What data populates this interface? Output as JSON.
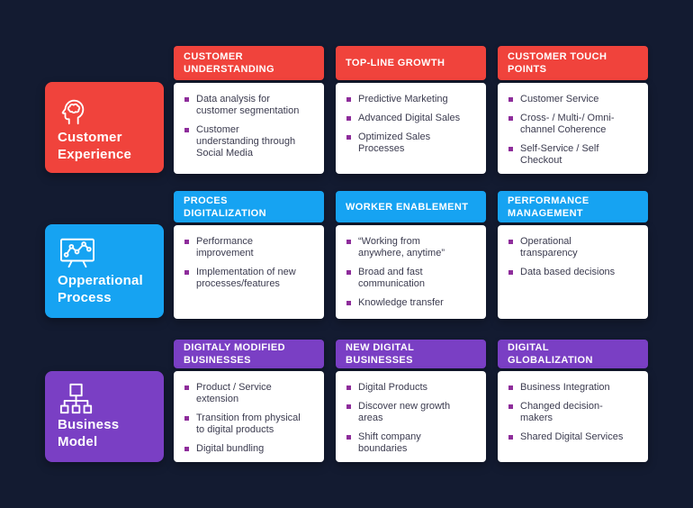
{
  "theme": {
    "background": "#131B31",
    "card_background": "#FFFFFF",
    "header_text": "#FFFFFF",
    "body_text": "#3B3B4F",
    "bullet_square": "#8E2D9B"
  },
  "rows": [
    {
      "label": "Customer\nExperience",
      "icon": "head-brain-icon",
      "accent": "#F0433C",
      "columns": [
        {
          "header": "CUSTOMER\nUNDERSTANDING",
          "bullets": [
            "Data analysis for\ncustomer segmentation",
            "Customer\nunderstanding through\nSocial Media"
          ]
        },
        {
          "header": "TOP-LINE GROWTH",
          "bullets": [
            "Predictive Marketing",
            "Advanced Digital Sales",
            "Optimized Sales\nProcesses"
          ]
        },
        {
          "header": "CUSTOMER TOUCH\nPOINTS",
          "bullets": [
            "Customer Service",
            "Cross- / Multi-/ Omni-\nchannel Coherence",
            "Self-Service / Self\nCheckout"
          ]
        }
      ]
    },
    {
      "label": "Opperational\nProcess",
      "icon": "chart-board-icon",
      "accent": "#16A3F2",
      "columns": [
        {
          "header": "PROCES\nDIGITALIZATION",
          "bullets": [
            "Performance\nimprovement",
            "Implementation of new\nprocesses/features"
          ]
        },
        {
          "header": "WORKER ENABLEMENT",
          "bullets": [
            "“Working from\nanywhere, anytime”",
            "Broad and fast\ncommunication",
            "Knowledge transfer"
          ]
        },
        {
          "header": "PERFORMANCE\nMANAGEMENT",
          "bullets": [
            "Operational\ntransparency",
            "Data based decisions"
          ]
        }
      ]
    },
    {
      "label": "Business\nModel",
      "icon": "org-chart-icon",
      "accent": "#7A3FC4",
      "columns": [
        {
          "header": "DIGITALY MODIFIED\nBUSINESSES",
          "bullets": [
            "Product / Service\nextension",
            "Transition from physical\nto digital products",
            "Digital bundling"
          ]
        },
        {
          "header": "NEW DIGITAL\nBUSINESSES",
          "bullets": [
            "Digital Products",
            "Discover new growth\nareas",
            "Shift company\nboundaries"
          ]
        },
        {
          "header": "DIGITAL\nGLOBALIZATION",
          "bullets": [
            "Business Integration",
            "Changed decision-\nmakers",
            "Shared Digital Services"
          ]
        }
      ]
    }
  ]
}
